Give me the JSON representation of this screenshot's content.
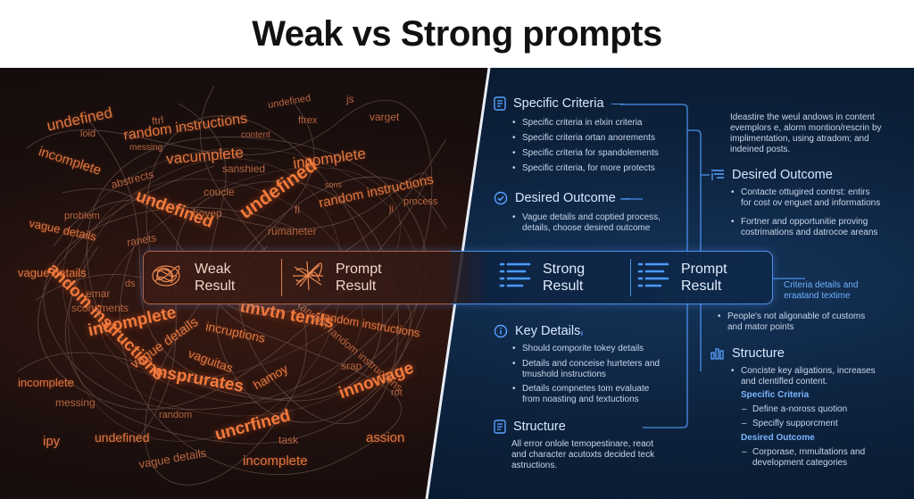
{
  "title": "Weak vs Strong prompts",
  "colors": {
    "weak_accent": "#f27a3c",
    "strong_accent": "#4a8fe6"
  },
  "left_words": [
    "undefined",
    "ftrl",
    "js",
    "undefined",
    "random instructions",
    "ftrex",
    "varget",
    "loid",
    "content",
    "messing",
    "vacumplete",
    "incomplete",
    "incomplete",
    "sanshied",
    "abstrects",
    "coucle",
    "undefined",
    "sons",
    "random instructions",
    "undefined",
    "hoyep",
    "fl",
    "problem",
    "ji",
    "process",
    "vague details",
    "rumaneter",
    "ranets",
    "vague details",
    "ds",
    "emar",
    "sconsments",
    "andom instructions",
    "incomplete",
    "vague details",
    "incruptions",
    "tmvtn tenils",
    "random instructions",
    "vaguitas",
    "random random instructions",
    "srap",
    "incomplete",
    "msprurates",
    "hamoy",
    "innowage",
    "rot",
    "messing",
    "random",
    "ipy",
    "undefined",
    "uncrfined",
    "task",
    "assion",
    "vague details",
    "incomplete"
  ],
  "center_bar": {
    "weak_result": "Weak\nResult",
    "prompt_result_left": "Prompt\nResult",
    "strong_result": "Strong\nResult",
    "prompt_result_right": "Prompt\nResult"
  },
  "right_col1": {
    "specific_criteria": {
      "title": "Specific Criteria",
      "items": [
        "Specific criteria in elxin criteria",
        "Specific criteria ortan anorements",
        "Specific criteria for spandolements",
        "Specific criteria, for more protects"
      ]
    },
    "desired_outcome": {
      "title": "Desired Outcome",
      "items": [
        "Vague details and coptied process,\ndetails, choose desired outcome"
      ]
    },
    "key_details": {
      "title": "Key Details",
      "items": [
        "Should comporite tokey details",
        "Details and conceise hurteters and\ntmushold instructions",
        "Details compnetes tom evaluate\nfrom noasting and textuctions"
      ]
    },
    "structure": {
      "title": "Structure",
      "text": "All error onlole temopestinare, reaot\nand character acutoxts decided teck\nastructions."
    }
  },
  "right_col2": {
    "intro": "Ideastire the weul andows in content\nevemplors e, alorm montion/rescrin by\nimplimentation, using atradom; and\nindeined posts.",
    "desired_outcome": {
      "title": "Desired Outcome",
      "items": [
        "Contacte ottugired contrst: entirs\nfor cost ov enguet and informations",
        "Fortner and opportunitie proving\ncostrimations and datrocoe areans"
      ]
    },
    "criteria_note": "Criteria details and\neraatand textime",
    "people_note": "People's not aligonable of customs\nand mator points",
    "structure": {
      "title": "Structure",
      "items": [
        "Conciste key aligations, increases\nand clentifled content."
      ],
      "specific_criteria_label": "Specific Criteria",
      "specific_criteria_items": [
        "Define a-noross quotion",
        "Specifly supporcment"
      ],
      "desired_outcome_label": "Desired Outcome",
      "desired_outcome_items": [
        "Corporase, rnmultations and\ndevelopment categories"
      ]
    }
  }
}
